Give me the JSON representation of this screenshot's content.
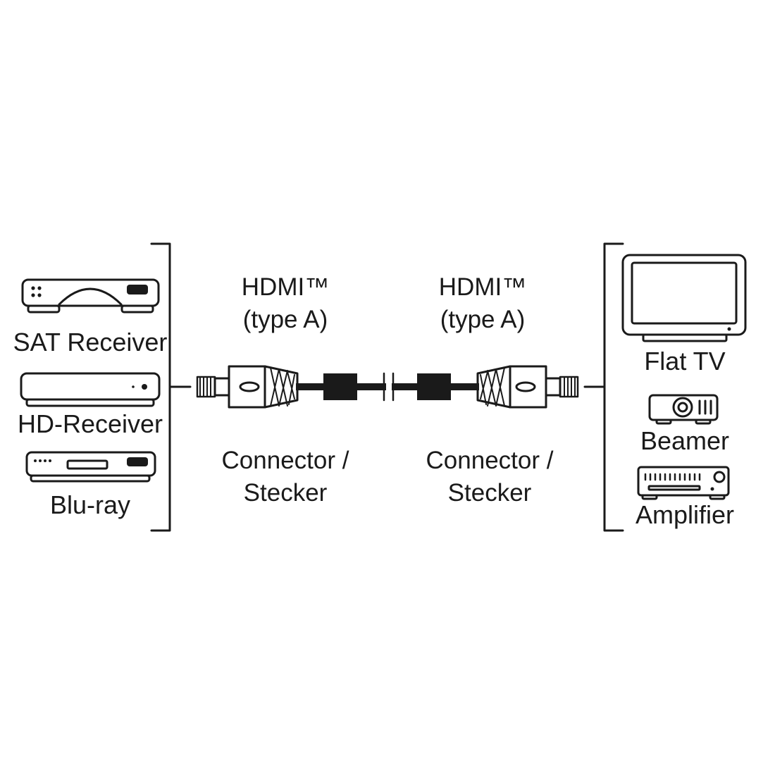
{
  "sources": [
    {
      "label": "SAT Receiver",
      "icon": "sat-receiver-icon"
    },
    {
      "label": "HD-Receiver",
      "icon": "hd-receiver-icon"
    },
    {
      "label": "Blu-ray",
      "icon": "bluray-player-icon"
    }
  ],
  "sinks": [
    {
      "label": "Flat TV",
      "icon": "flat-tv-icon"
    },
    {
      "label": "Beamer",
      "icon": "beamer-icon"
    },
    {
      "label": "Amplifier",
      "icon": "amplifier-icon"
    }
  ],
  "connectors": [
    {
      "type_line1": "HDMI™",
      "type_line2": "(type A)",
      "desc_line1": "Connector /",
      "desc_line2": "Stecker"
    },
    {
      "type_line1": "HDMI™",
      "type_line2": "(type A)",
      "desc_line1": "Connector /",
      "desc_line2": "Stecker"
    }
  ],
  "colors": {
    "line": "#1a1a1a",
    "background": "#ffffff"
  }
}
